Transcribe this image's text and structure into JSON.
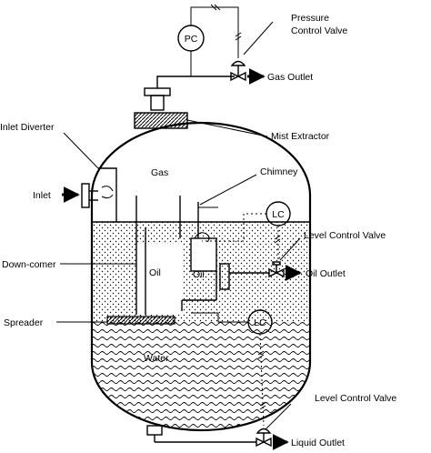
{
  "labels": {
    "pressure_control_valve_line1": "Pressure",
    "pressure_control_valve_line2": "Control Valve",
    "pc": "PC",
    "gas_outlet": "Gas Outlet",
    "mist_extractor": "Mist Extractor",
    "inlet_diverter": "Inlet Diverter",
    "gas": "Gas",
    "chimney": "Chimney",
    "inlet": "Inlet",
    "lc_top": "LC",
    "level_control_valve_top": "Level Control Valve",
    "down_comer": "Down-comer",
    "oil_center": "Oil",
    "oil_box": "Oil",
    "oil_outlet": "Oil Outlet",
    "spreader": "Spreader",
    "lc_bottom": "LC",
    "water": "Water",
    "level_control_valve_bottom": "Level Control Valve",
    "liquid_outlet": "Liquid Outlet"
  }
}
